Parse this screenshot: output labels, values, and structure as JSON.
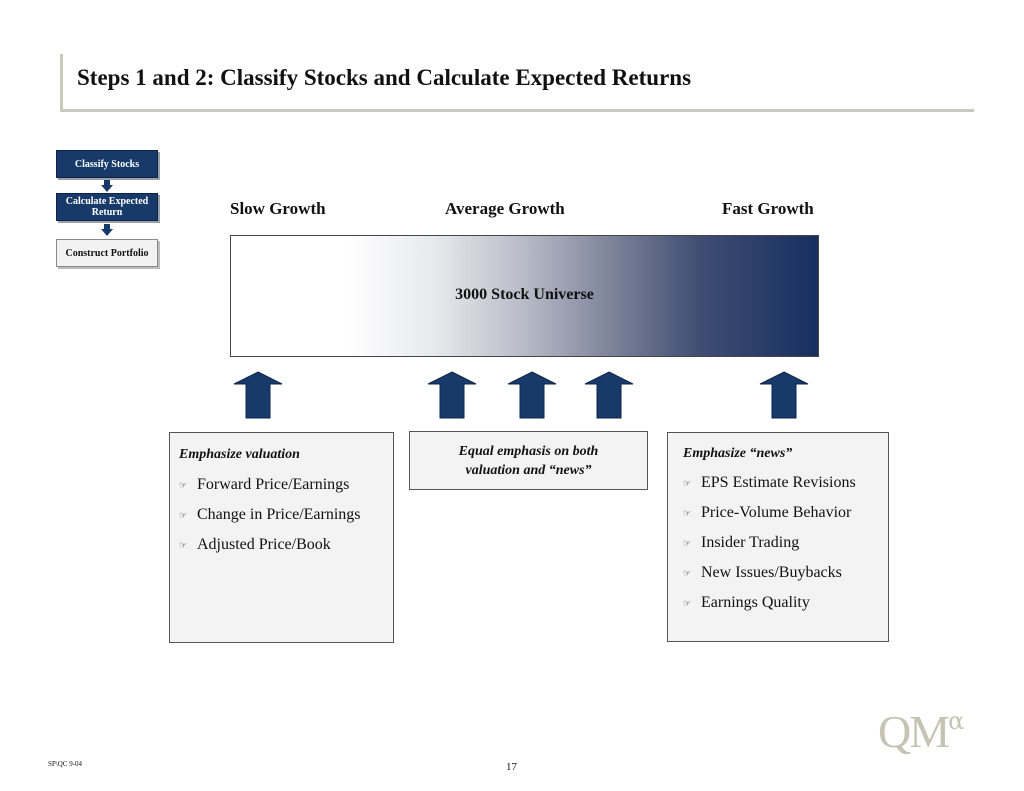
{
  "header": {
    "title": "Steps 1 and 2:  Classify Stocks and Calculate Expected Returns"
  },
  "process_steps": [
    {
      "label": "Classify Stocks",
      "active": true
    },
    {
      "label": "Calculate Expected  Return",
      "active": true
    },
    {
      "label": "Construct Portfolio",
      "active": false
    }
  ],
  "spectrum": {
    "labels": {
      "slow": "Slow Growth",
      "average": "Average Growth",
      "fast": "Fast Growth"
    },
    "universe_label": "3000 Stock Universe"
  },
  "panels": {
    "left": {
      "heading": "Emphasize valuation",
      "items": [
        "Forward Price/Earnings",
        "Change in Price/Earnings",
        "Adjusted Price/Book"
      ]
    },
    "center": {
      "heading": "Equal emphasis on both valuation and “news”"
    },
    "right": {
      "heading": "Emphasize “news”",
      "items": [
        "EPS Estimate Revisions",
        "Price-Volume Behavior",
        "Insider Trading",
        "New Issues/Buybacks",
        "Earnings Quality"
      ]
    }
  },
  "footer": {
    "code": "SP\\QC 9-04",
    "page_number": "17"
  },
  "logo": {
    "text": "QM",
    "superscript": "α"
  },
  "colors": {
    "navy": "#183a6b",
    "panel_bg": "#f3f3f3",
    "logo": "#c5c4b3"
  },
  "icons": {
    "bullet": "pointing-hand-icon",
    "arrow": "up-arrow-icon"
  }
}
